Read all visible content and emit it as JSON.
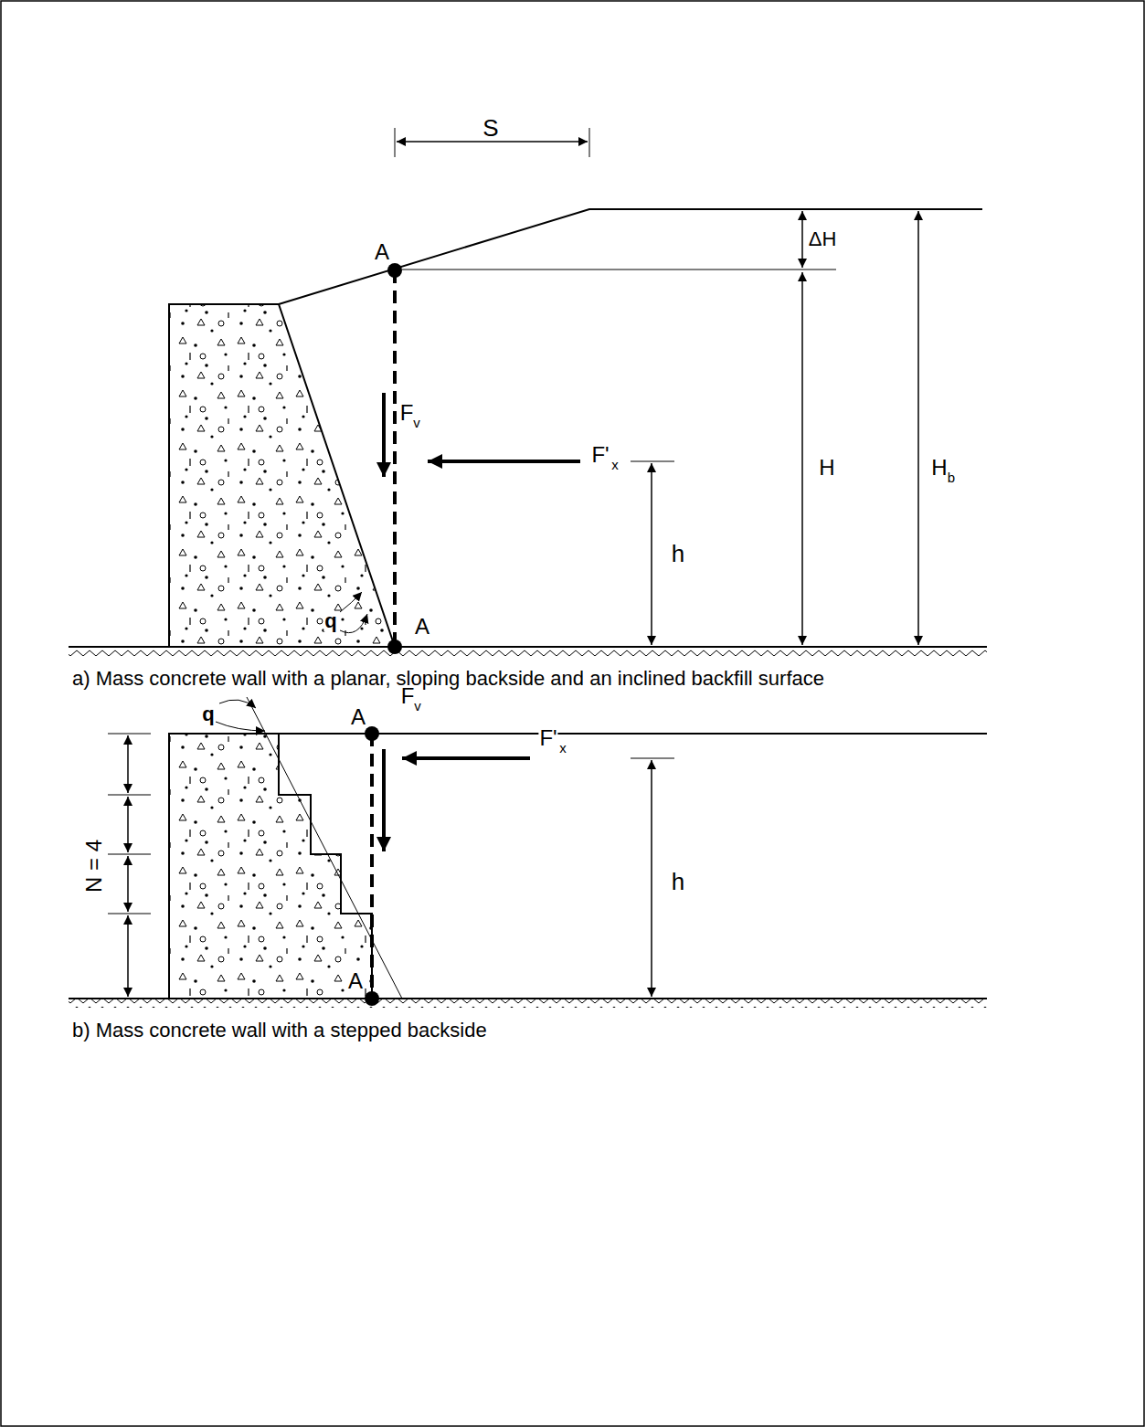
{
  "diagram": {
    "labels": [
      "S",
      "A",
      "ΔH",
      "H",
      "H",
      "b",
      "F",
      "v",
      "F'",
      "x",
      "h",
      "q",
      "A",
      "a) Mass concrete wall with a planar, sloping backside and an inclined backfill surface",
      "A",
      "F",
      "v",
      "F'",
      "x",
      "N = 4",
      "h",
      "q",
      "A",
      "b) Mass concrete wall with a stepped backside"
    ]
  }
}
